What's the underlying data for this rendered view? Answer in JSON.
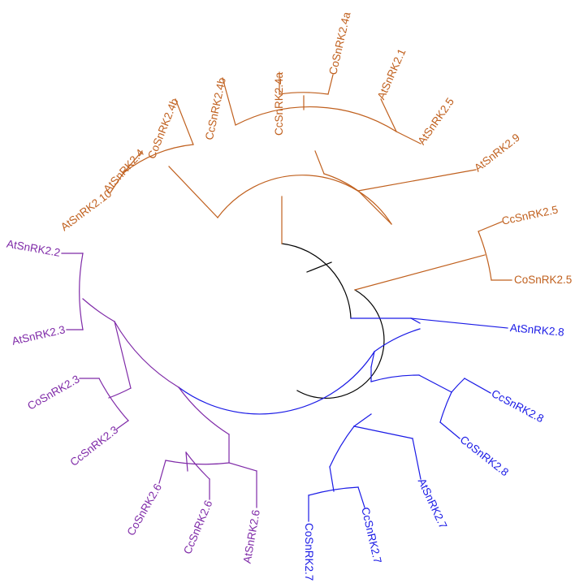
{
  "colors": {
    "root": "#000000",
    "orange": "#c0601e",
    "purple": "#7f2aa8",
    "blue": "#1a1ae6"
  },
  "leaves": {
    "AtSnRK2_10": "AtSnRK2.10",
    "AtSnRK2_4": "AtSnRK2.4",
    "CoSnRK2_4b": "CoSnRK2.4b",
    "CcSnRK2_4b": "CcSnRK2.4b",
    "CcSnRK2_4a": "CcSnRK2.4a",
    "CoSnRK2_4a": "CoSnRK2.4a",
    "AtSnRK2_1": "AtSnRK2.1",
    "AtSnRK2_5": "AtSnRK2.5",
    "AtSnRK2_9": "AtSnRK2.9",
    "CcSnRK2_5": "CcSnRK2.5",
    "CoSnRK2_5": "CoSnRK2.5",
    "AtSnRK2_8": "AtSnRK2.8",
    "CcSnRK2_8": "CcSnRK2.8",
    "CoSnRK2_8": "CoSnRK2.8",
    "AtSnRK2_7": "AtSnRK2.7",
    "CcSnRK2_7": "CcSnRK2.7",
    "CoSnRK2_7": "CoSnRK2.7",
    "AtSnRK2_6": "AtSnRK2.6",
    "CcSnRK2_6": "CcSnRK2.6",
    "CoSnRK2_6": "CoSnRK2.6",
    "CcSnRK2_3": "CcSnRK2.3",
    "CoSnRK2_3": "CoSnRK2.3",
    "AtSnRK2_3": "AtSnRK2.3",
    "AtSnRK2_2": "AtSnRK2.2"
  }
}
